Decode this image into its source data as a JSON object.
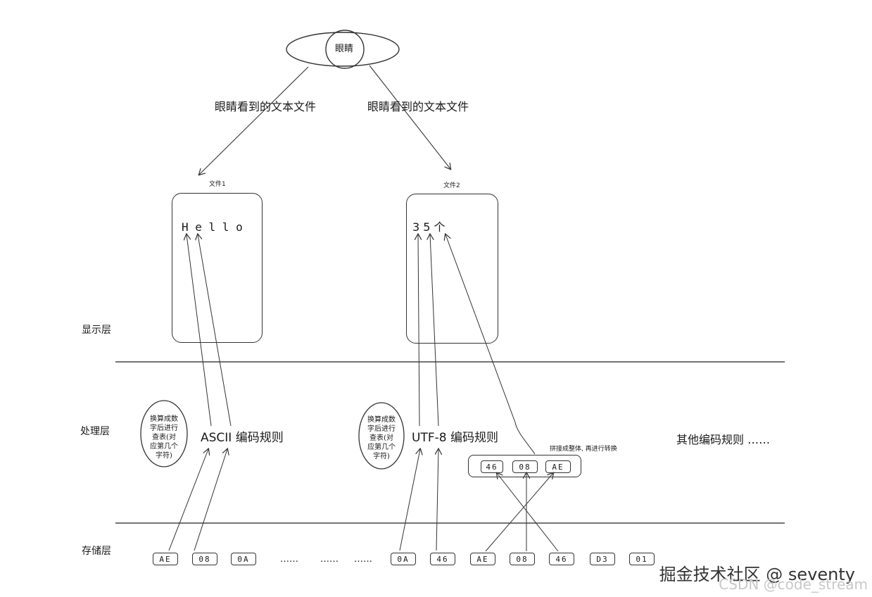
{
  "eye": {
    "label": "眼睛"
  },
  "eye_captions": {
    "left": "眼睛看到的文本文件",
    "right": "眼睛看到的文本文件"
  },
  "files": {
    "file1": {
      "title": "文件1",
      "content": "H e l l o"
    },
    "file2": {
      "title": "文件2",
      "content": "3 5 个"
    }
  },
  "layers": {
    "display": "显示层",
    "processing": "处理层",
    "storage": "存储层"
  },
  "notes": {
    "left": [
      "换算成数",
      "字后进行",
      "查表(对",
      "应第几个",
      "字符)"
    ],
    "right": [
      "换算成数",
      "字后进行",
      "查表(对",
      "应第几个",
      "字符)"
    ]
  },
  "rules": {
    "ascii": "ASCII 编码规则",
    "utf8": "UTF-8 编码规则",
    "other": "其他编码规则 ……"
  },
  "combine": {
    "caption": "拼接成整体, 再进行转换",
    "bytes": [
      "46",
      "08",
      "AE"
    ]
  },
  "storage_bytes": [
    "AE",
    "08",
    "0A",
    "0A",
    "46",
    "AE",
    "08",
    "46",
    "D3",
    "01"
  ],
  "ellipses": [
    "……",
    "……",
    "……"
  ],
  "watermark": {
    "line1": "掘金技术社区 @ seventy",
    "line2": "CSDN @code_stream"
  }
}
